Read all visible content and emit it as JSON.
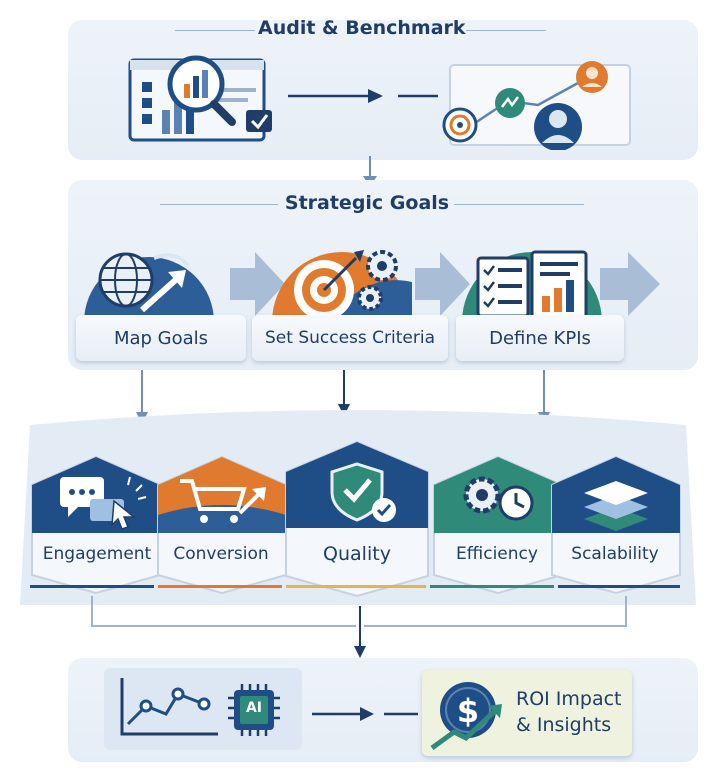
{
  "audit": {
    "title": "Audit & Benchmark"
  },
  "strategic": {
    "title": "Strategic Goals",
    "steps": [
      {
        "label": "Map Goals",
        "icon": "globe-arrow-icon"
      },
      {
        "label": "Set Success Criteria",
        "icon": "target-gears-icon"
      },
      {
        "label": "Define KPIs",
        "icon": "checklist-chart-icon"
      }
    ]
  },
  "metrics": [
    {
      "label": "Engagement",
      "icon": "chat-cursor-icon",
      "color": "#1f4e87"
    },
    {
      "label": "Conversion",
      "icon": "cart-arrow-icon",
      "color": "#e07a2e"
    },
    {
      "label": "Quality",
      "icon": "shield-check-icon",
      "color": "#1f4e87"
    },
    {
      "label": "Efficiency",
      "icon": "gear-clock-icon",
      "color": "#2f8a7a"
    },
    {
      "label": "Scalability",
      "icon": "layers-icon",
      "color": "#1f4e87"
    }
  ],
  "roi": {
    "line1": "ROI Impact",
    "line2": "& Insights",
    "chip_label": "AI"
  },
  "colors": {
    "navy": "#1f3d66",
    "orange": "#e07a2e",
    "teal": "#2f8a7a",
    "panel": "#e9eff7"
  }
}
